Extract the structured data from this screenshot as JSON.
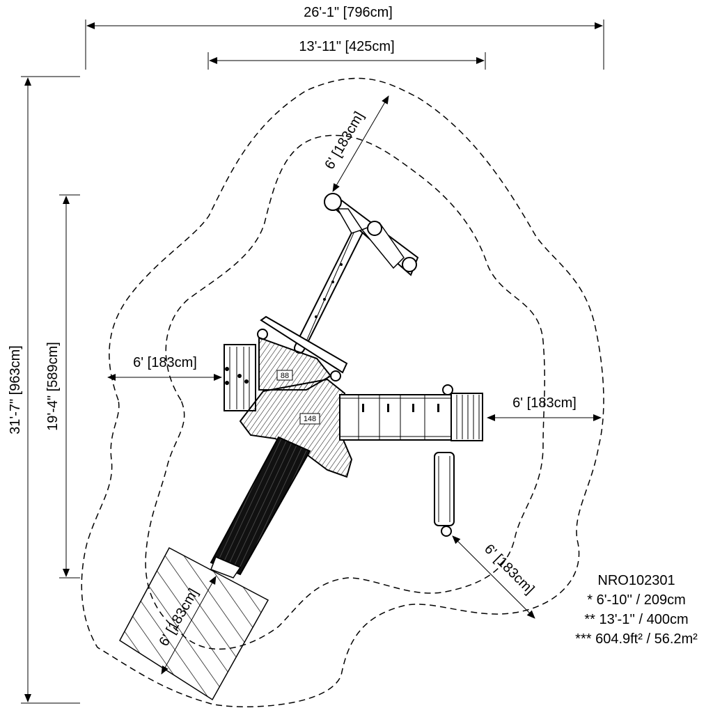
{
  "dimensions": {
    "overall_width": "26'-1\" [796cm]",
    "inner_width": "13'-11\" [425cm]",
    "overall_height": "31'-7\" [963cm]",
    "inner_height": "19'-4\" [589cm]",
    "clearance_left": "6' [183cm]",
    "clearance_right": "6' [183cm]",
    "clearance_top": "6' [183cm]",
    "clearance_bottom_right": "6' [183cm]",
    "clearance_slide": "6' [183cm]"
  },
  "component_tags": {
    "tag_88": "88",
    "tag_148": "148"
  },
  "notes": {
    "model": "NRO102301",
    "line1": "* 6'-10'' / 209cm",
    "line2": "** 13'-1'' / 400cm",
    "line3": "*** 604.9ft² / 56.2m²"
  }
}
